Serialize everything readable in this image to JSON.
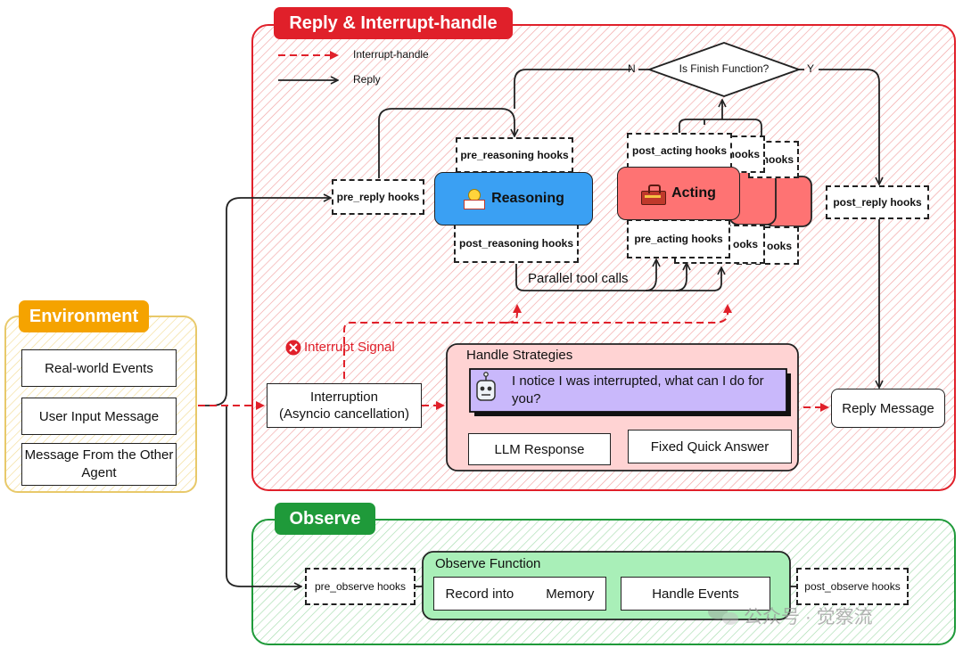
{
  "sections": {
    "reply": {
      "title": "Reply & Interrupt-handle",
      "color": "#e0202a"
    },
    "observe": {
      "title": "Observe",
      "color": "#1f9a3a"
    },
    "environment": {
      "title": "Environment",
      "color": "#f5a300"
    }
  },
  "legend": {
    "interrupt": "Interrupt-handle",
    "reply": "Reply"
  },
  "decision": {
    "label": "Is Finish Function?",
    "no": "N",
    "yes": "Y"
  },
  "hooks": {
    "pre_reply": "pre_reply hooks",
    "pre_reasoning": "pre_reasoning hooks",
    "post_reasoning": "post_reasoning hooks",
    "post_acting": "post_acting hooks",
    "pre_acting": "pre_acting hooks",
    "post_acting_partial": "hooks",
    "pre_acting_partial_1": "ooks",
    "pre_acting_partial_2": "ooks",
    "post_reply": "post_reply hooks",
    "pre_observe": "pre_observe hooks",
    "post_observe": "post_observe hooks"
  },
  "nodes": {
    "reasoning": "Reasoning",
    "acting": "Acting",
    "parallel": "Parallel tool calls",
    "interrupt_signal": "Interrupt Signal",
    "interruption_line1": "Interruption",
    "interruption_line2": "(Asyncio cancellation)",
    "handle_title": "Handle Strategies",
    "handle_message": "I notice I was interrupted, what can I do for you?",
    "llm_response": "LLM Response",
    "fixed_answer": "Fixed Quick Answer",
    "reply_message": "Reply Message",
    "observe_title": "Observe Function",
    "record_prefix": "Record into",
    "record_suffix": "Memory",
    "handle_events": "Handle Events"
  },
  "environment_items": [
    "Real-world Events",
    "User Input Message",
    "Message From the Other Agent"
  ],
  "watermark": "公众号 · 觉察流",
  "colors": {
    "reasoning": "#3aa0f3",
    "acting": "#fe7373",
    "handle_bg": "#ffd3d3",
    "message_bg": "#c9b8fb",
    "observe_fn": "#a9efb8"
  }
}
